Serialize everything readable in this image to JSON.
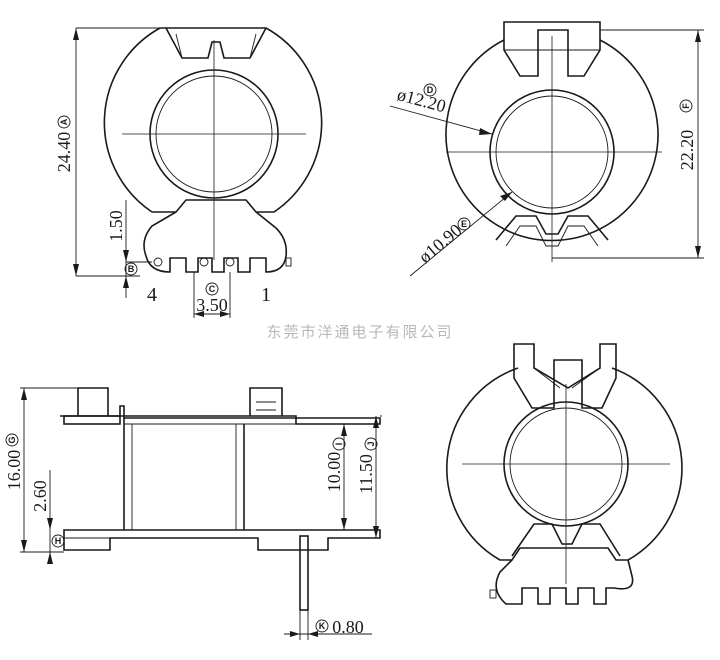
{
  "watermark": "东莞市洋通电子有限公司",
  "top_left_view": {
    "height_dim": "24.40",
    "height_tag": "A",
    "pin_step_dim": "1.50",
    "pin_step_tag": "B",
    "pitch_dim": "3.50",
    "pitch_tag": "C",
    "pin_left": "4",
    "pin_right": "1"
  },
  "top_right_view": {
    "outer_bore_dim": "ø12.20",
    "outer_bore_tag": "D",
    "inner_bore_dim": "ø10.90",
    "inner_bore_tag": "E",
    "height_dim": "22.20",
    "height_tag": "F"
  },
  "side_view": {
    "total_height_dim": "16.00",
    "total_height_tag": "G",
    "flange_dim": "2.60",
    "flange_tag": "H",
    "winding_height_dim": "10.00",
    "winding_height_tag": "I",
    "inner_height_dim": "11.50",
    "inner_height_tag": "J",
    "pin_width_dim": "0.80",
    "pin_width_tag": "K"
  }
}
